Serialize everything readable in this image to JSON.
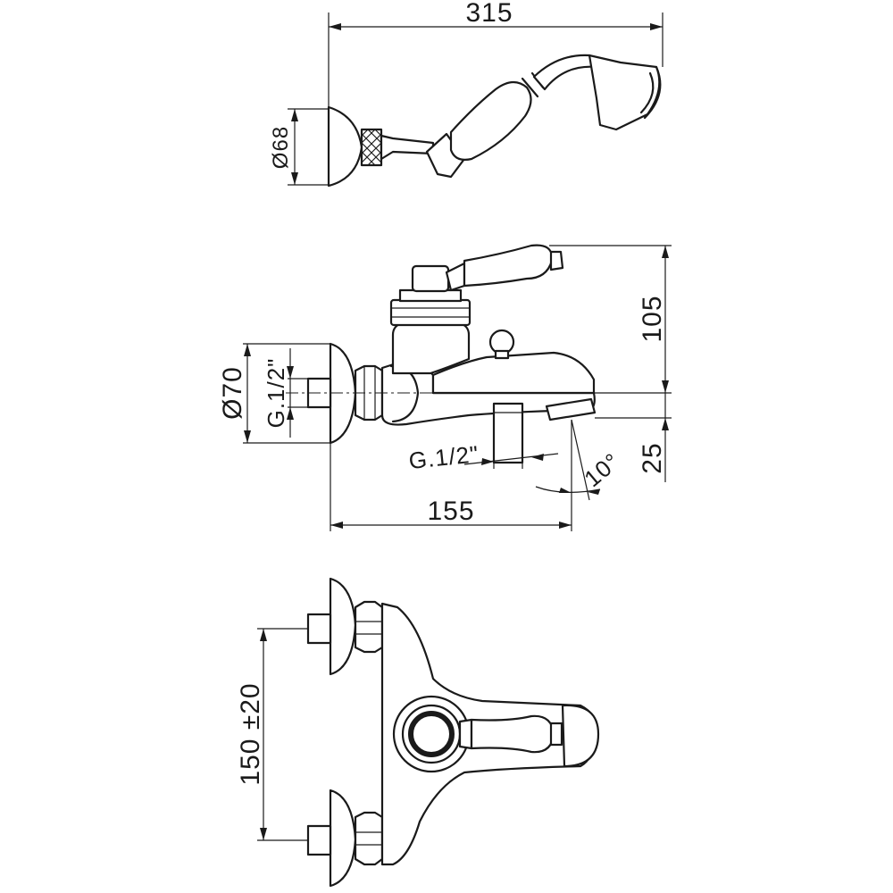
{
  "dimensions": {
    "top_width": "315",
    "shower_head_diameter": "Ø68",
    "height_to_lever": "105",
    "flange_diameter": "Ø70",
    "inlet_thread": "G.1/2\"",
    "outlet_thread": "G.1/2\"",
    "spout_drop": "25",
    "spout_angle": "10°",
    "projection": "155",
    "centers": "150 ±20"
  }
}
